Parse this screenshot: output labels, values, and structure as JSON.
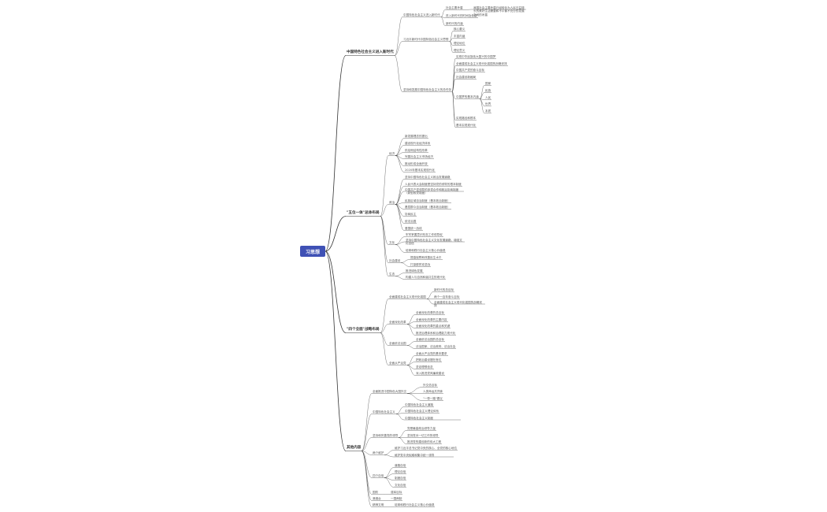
{
  "root": "习思想",
  "colors": {
    "root_fill": "#3f51b5",
    "root_text": "#ffffff",
    "line": "#333333",
    "text": "#555555"
  },
  "nodes": [
    {
      "id": "n1",
      "label": "中国特色社会主义进入新时代"
    },
    {
      "id": "n1_1",
      "label": "中国特色社会主义进入新时代"
    },
    {
      "id": "n1_1_1",
      "label": "社会主要矛盾"
    },
    {
      "id": "n1_1_1_1",
      "label": "我国社会主要矛盾已经转化为人民日益增长的美好生活需要和不平衡不充分的发展之间的矛盾"
    },
    {
      "id": "n1_1_2",
      "label": "进入新时代的时间及依据"
    },
    {
      "id": "n1_1_3",
      "label": "新时代的内涵"
    },
    {
      "id": "n1_2",
      "label": "习近平新时代中国特色社会主义思想"
    },
    {
      "id": "n1_2_1",
      "label": "核心要义"
    },
    {
      "id": "n1_2_2",
      "label": "丰富内涵"
    },
    {
      "id": "n1_2_3",
      "label": "理论地位"
    },
    {
      "id": "n1_2_4",
      "label": "理论意义"
    },
    {
      "id": "n1_3",
      "label": "坚持和发展中国特色社会主义的总任务"
    },
    {
      "id": "n1_3_1",
      "label": "实现中华民族伟大复兴的中国梦"
    },
    {
      "id": "n1_3_2",
      "label": "全面建成社会主义现代化强国的战略安排"
    },
    {
      "id": "n1_3_3",
      "label": "中国共产党的奋斗目标"
    },
    {
      "id": "n1_3_4",
      "label": "社会建设新格局"
    },
    {
      "id": "n1_3_5",
      "label": "中国梦的基本内涵"
    },
    {
      "id": "n1_3_5_1",
      "label": "国家"
    },
    {
      "id": "n1_3_5_2",
      "label": "民族"
    },
    {
      "id": "n1_3_5_3",
      "label": "人民"
    },
    {
      "id": "n1_3_5_4",
      "label": "世界"
    },
    {
      "id": "n1_3_5_5",
      "label": "本质"
    },
    {
      "id": "n1_3_6",
      "label": "实现路径和根本"
    },
    {
      "id": "n1_3_7",
      "label": "基本实现现代化"
    },
    {
      "id": "n2",
      "label": "\"五位一体\"总体布局"
    },
    {
      "id": "n2_1",
      "label": "经济"
    },
    {
      "id": "n2_1_1",
      "label": "新发展理念的提出"
    },
    {
      "id": "n2_1_2",
      "label": "建设现代化经济体系"
    },
    {
      "id": "n2_1_3",
      "label": "供给侧结构性改革"
    },
    {
      "id": "n2_1_4",
      "label": "完善社会主义市场经济"
    },
    {
      "id": "n2_1_5",
      "label": "推动形成全面开放"
    },
    {
      "id": "n2_1_6",
      "label": "2020年基本实现现代化"
    },
    {
      "id": "n2_2",
      "label": "政治"
    },
    {
      "id": "n2_2_1",
      "label": "坚持中国特色社会主义政治发展道路"
    },
    {
      "id": "n2_2_2",
      "label": "人民代表大会制度是坚持党的领导的根本制度"
    },
    {
      "id": "n2_2_3",
      "label": "中国共产党领导的多党合作和政治协商制度（新型政党制度）"
    },
    {
      "id": "n2_2_4",
      "label": "民族区域自治制度（基本政治制度）"
    },
    {
      "id": "n2_2_5",
      "label": "基层群众自治制度（基本政治制度）"
    },
    {
      "id": "n2_2_6",
      "label": "协商民主"
    },
    {
      "id": "n2_2_7",
      "label": "依法治国"
    },
    {
      "id": "n2_2_8",
      "label": "爱国统一战线"
    },
    {
      "id": "n2_3",
      "label": "文化"
    },
    {
      "id": "n2_3_1",
      "label": "牢牢掌握意识形态工作领导权"
    },
    {
      "id": "n2_3_2",
      "label": "坚持中国特色社会主义文化发展道路，增强文化自信"
    },
    {
      "id": "n2_3_3",
      "label": "培育和践行社会主义核心价值观"
    },
    {
      "id": "n2_4",
      "label": "社会建设"
    },
    {
      "id": "n2_4_1",
      "label": "提高保障和改善民生水平"
    },
    {
      "id": "n2_4_2",
      "label": "打赢脱贫攻坚战"
    },
    {
      "id": "n2_5",
      "label": "生态"
    },
    {
      "id": "n2_5_1",
      "label": "推进绿色发展"
    },
    {
      "id": "n2_5_2",
      "label": "构建人与自然和谐共生的现代化"
    },
    {
      "id": "n3",
      "label": "\"四个全面\"战略布局"
    },
    {
      "id": "n3_1",
      "label": "全面建成社会主义现代化强国"
    },
    {
      "id": "n3_1_1",
      "label": "新时代的总目标"
    },
    {
      "id": "n3_1_2",
      "label": "两个一百年奋斗目标"
    },
    {
      "id": "n3_1_3",
      "label": "全面建成社会主义现代化强国的战略安排"
    },
    {
      "id": "n3_2",
      "label": "全面深化改革"
    },
    {
      "id": "n3_2_1",
      "label": "全面深化改革的总目标"
    },
    {
      "id": "n3_2_2",
      "label": "全面深化改革的主要内容"
    },
    {
      "id": "n3_2_3",
      "label": "全面深化改革的重点和关键"
    },
    {
      "id": "n3_2_4",
      "label": "推进治理体系和治理能力现代化"
    },
    {
      "id": "n3_3",
      "label": "全面依法治国"
    },
    {
      "id": "n3_3_1",
      "label": "全面依法治国的总目标"
    },
    {
      "id": "n3_3_2",
      "label": "法治国家、法治政府、法治社会"
    },
    {
      "id": "n3_4",
      "label": "全面从严治党"
    },
    {
      "id": "n3_4_1",
      "label": "全面从严治党的基本要求"
    },
    {
      "id": "n3_4_2",
      "label": "把政治建设摆在首位"
    },
    {
      "id": "n3_4_3",
      "label": "坚定理想信念"
    },
    {
      "id": "n3_4_4",
      "label": "深入推进党风廉政建设"
    },
    {
      "id": "n4",
      "label": "其他内容"
    },
    {
      "id": "n4_1",
      "label": "全面推进中国特色大国外交"
    },
    {
      "id": "n4_1_1",
      "label": "外交总目标"
    },
    {
      "id": "n4_1_2",
      "label": "人类命运共同体"
    },
    {
      "id": "n4_1_3",
      "label": "\"一带一路\"倡议"
    },
    {
      "id": "n4_2",
      "label": "中国特色社会主义"
    },
    {
      "id": "n4_2_1",
      "label": "中国特色社会主义道路"
    },
    {
      "id": "n4_2_2",
      "label": "中国特色社会主义理论体系"
    },
    {
      "id": "n4_2_3",
      "label": "中国特色社会主义制度"
    },
    {
      "id": "n4_3",
      "label": "坚持和完善党的领导"
    },
    {
      "id": "n4_3_1",
      "label": "党是最高政治领导力量"
    },
    {
      "id": "n4_3_2",
      "label": "坚持党对一切工作的领导"
    },
    {
      "id": "n4_3_3",
      "label": "推进党的建设新的伟大工程"
    },
    {
      "id": "n4_4",
      "label": "两个维护"
    },
    {
      "id": "n4_4_1",
      "label": "维护习近平总书记党中央的核心、全党的核心地位"
    },
    {
      "id": "n4_4_2",
      "label": "维护党中央权威和集中统一领导"
    },
    {
      "id": "n4_5",
      "label": "四个自信"
    },
    {
      "id": "n4_5_1",
      "label": "道路自信"
    },
    {
      "id": "n4_5_2",
      "label": "理论自信"
    },
    {
      "id": "n4_5_3",
      "label": "制度自信"
    },
    {
      "id": "n4_5_4",
      "label": "文化自信"
    },
    {
      "id": "n4_6",
      "label": "国防"
    },
    {
      "id": "n4_6_1",
      "label": "强军目标"
    },
    {
      "id": "n4_7",
      "label": "港澳台"
    },
    {
      "id": "n4_7_1",
      "label": "一国两制"
    },
    {
      "id": "n4_8",
      "label": "精神文明"
    },
    {
      "id": "n4_8_1",
      "label": "培育和践行社会主义核心价值观"
    }
  ]
}
